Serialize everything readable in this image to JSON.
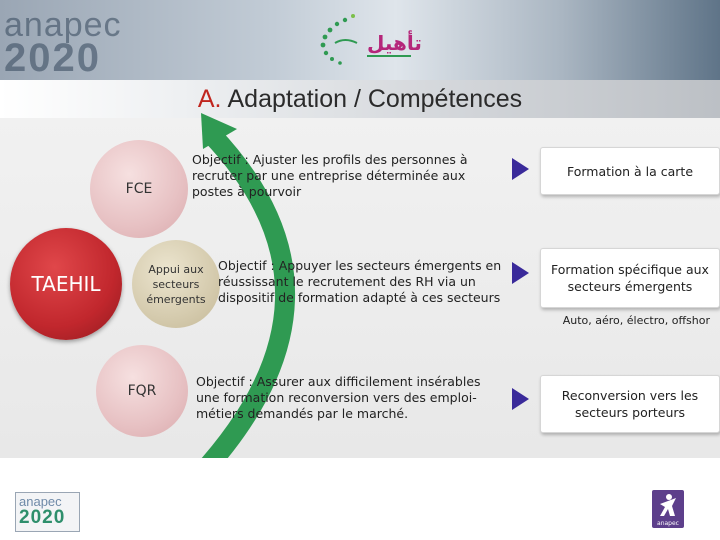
{
  "header": {
    "brand_text": "anapec",
    "brand_year": "2020",
    "center_logo_icon": "leaf-arc-logo-icon",
    "center_logo_text": "تأهيل",
    "accent_color": "#b5267a"
  },
  "title": {
    "letter": "A.",
    "text": "Adaptation / Compétences",
    "letter_color": "#c0261f"
  },
  "circles": {
    "main": "TAEHIL",
    "fce": "FCE",
    "appui": "Appui aux secteurs émergents",
    "fqr": "FQR",
    "main_color": "#c1272d"
  },
  "objectives": [
    "Objectif : Ajuster les profils des personnes à recruter par une entreprise déterminée aux postes à pourvoir",
    "Objectif : Appuyer les secteurs émergents en réussissant le recrutement des RH via un dispositif de formation adapté à ces secteurs",
    "Objectif : Assurer aux difficilement insérables une formation reconversion vers des emploi-métiers demandés par le marché."
  ],
  "outcomes": [
    "Formation à la carte",
    "Formation spécifique aux secteurs émergents",
    "Reconversion vers les secteurs porteurs"
  ],
  "note": "Auto, aéro, électro, offshor",
  "arrow_color": "#3a2a9a",
  "arc_color": "#2f9a52",
  "footer": {
    "brand_text": "anapec",
    "brand_year": "2020",
    "right_logo_icon": "figure-logo-icon",
    "right_logo_text": "anapec"
  }
}
